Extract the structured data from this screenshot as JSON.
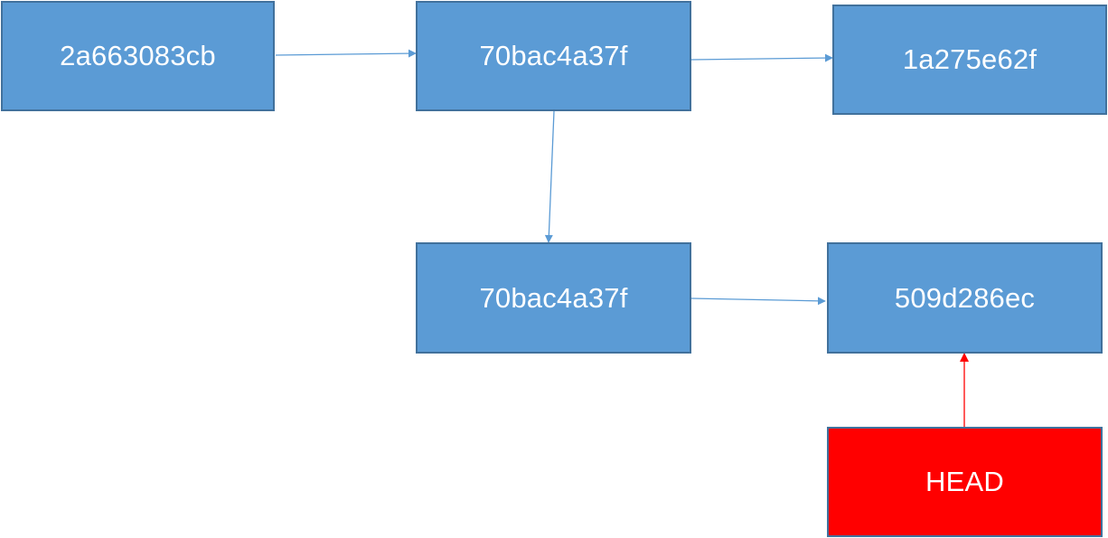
{
  "diagram": {
    "nodes": [
      {
        "id": "n1",
        "label": "2a663083cb",
        "kind": "commit"
      },
      {
        "id": "n2",
        "label": "70bac4a37f",
        "kind": "commit"
      },
      {
        "id": "n3",
        "label": "1a275e62f",
        "kind": "commit"
      },
      {
        "id": "n4",
        "label": "70bac4a37f",
        "kind": "commit"
      },
      {
        "id": "n5",
        "label": "509d286ec",
        "kind": "commit"
      },
      {
        "id": "n6",
        "label": "HEAD",
        "kind": "pointer"
      }
    ],
    "edges": [
      {
        "from": "n1",
        "to": "n2",
        "color": "#5b9bd5"
      },
      {
        "from": "n2",
        "to": "n3",
        "color": "#5b9bd5"
      },
      {
        "from": "n2",
        "to": "n4",
        "color": "#5b9bd5"
      },
      {
        "from": "n4",
        "to": "n5",
        "color": "#5b9bd5"
      },
      {
        "from": "n6",
        "to": "n5",
        "color": "#ff0000"
      }
    ],
    "colors": {
      "commit_fill": "#5b9bd5",
      "commit_border": "#41719c",
      "head_fill": "#ff0000",
      "text": "#ffffff"
    }
  }
}
